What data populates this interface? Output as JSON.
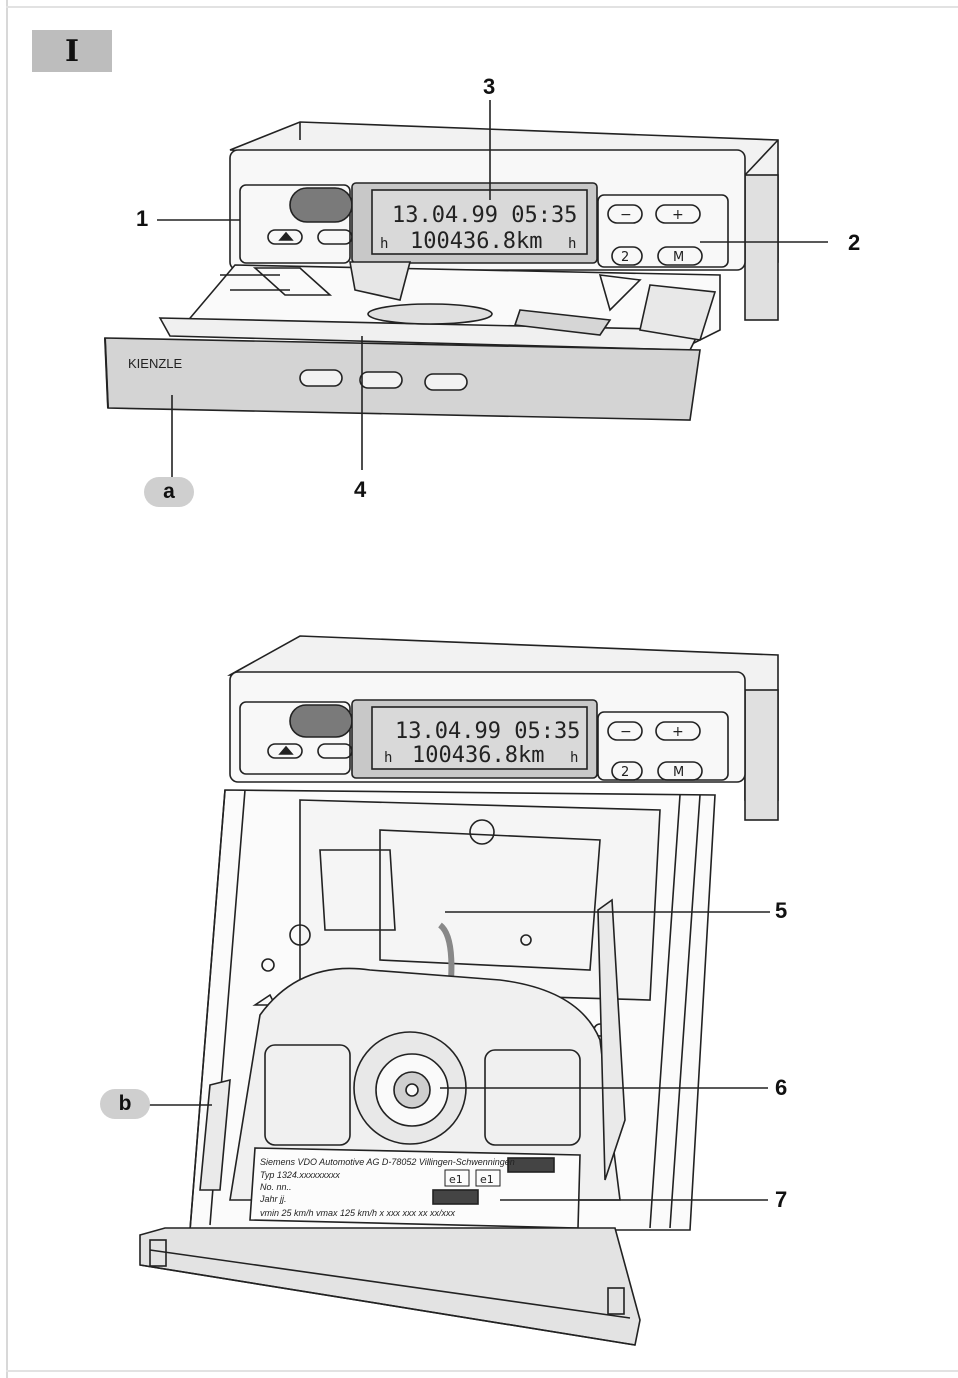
{
  "section": "I",
  "figure_top": {
    "display": {
      "line1": "13.04.99 05:35",
      "line2": "100436.8km",
      "left_sym": "h",
      "right_sym": "h"
    },
    "buttons": {
      "minus": "−",
      "plus": "+",
      "two": "2",
      "m": "M"
    },
    "brand": "KIENZLE",
    "callouts": [
      "1",
      "2",
      "3",
      "4"
    ],
    "letter": "a"
  },
  "figure_bottom": {
    "display": {
      "line1": "13.04.99 05:35",
      "line2": "100436.8km",
      "left_sym": "h",
      "right_sym": "h"
    },
    "buttons": {
      "minus": "−",
      "plus": "+",
      "two": "2",
      "m": "M"
    },
    "callouts": [
      "5",
      "6",
      "7"
    ],
    "letter": "b",
    "plate": {
      "line1": "Siemens VDO Automotive AG  D-78052 Villingen-Schwenningen",
      "line2": "Typ  1324.xxxxxxxxx",
      "line3": "No.  nn..",
      "line4": "Jahr  jj.",
      "line5": "vmin 25 km/h  vmax 125 km/h  x xxx xxx xx xx/xxx",
      "mark1": "e1",
      "mark2": "e1"
    }
  }
}
